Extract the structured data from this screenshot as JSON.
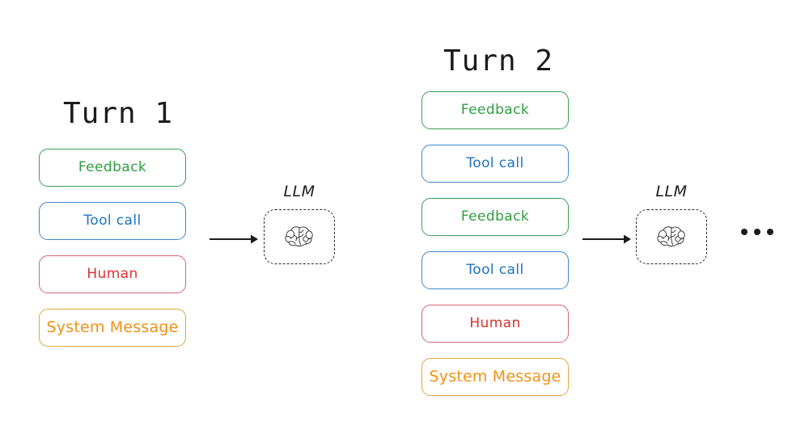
{
  "diagram": {
    "title_font_color": "#1c1c1c",
    "background": "#ffffff"
  },
  "colors": {
    "feedback_border": "#3c9c52",
    "feedback_text": "#2f9e41",
    "toolcall_border": "#3f87c8",
    "toolcall_text": "#1d72c2",
    "human_border": "#d4647a",
    "human_text": "#e03030",
    "system_border": "#e0a63a",
    "system_text": "#ef9215",
    "llm_box_border": "#2b2b2b",
    "arrow": "#1c1c1c"
  },
  "turns": [
    {
      "title": "Turn 1",
      "messages": [
        {
          "label": "Feedback",
          "kind": "feedback"
        },
        {
          "label": "Tool call",
          "kind": "toolcall"
        },
        {
          "label": "Human",
          "kind": "human"
        },
        {
          "label": "System Message",
          "kind": "system"
        }
      ],
      "llm": {
        "label": "LLM",
        "icon": "brain-icon"
      }
    },
    {
      "title": "Turn 2",
      "messages": [
        {
          "label": "Feedback",
          "kind": "feedback"
        },
        {
          "label": "Tool call",
          "kind": "toolcall"
        },
        {
          "label": "Feedback",
          "kind": "feedback"
        },
        {
          "label": "Tool call",
          "kind": "toolcall"
        },
        {
          "label": "Human",
          "kind": "human"
        },
        {
          "label": "System Message",
          "kind": "system"
        }
      ],
      "llm": {
        "label": "LLM",
        "icon": "brain-icon"
      }
    }
  ],
  "continuation": {
    "symbol": "ellipsis",
    "dots": 3
  }
}
